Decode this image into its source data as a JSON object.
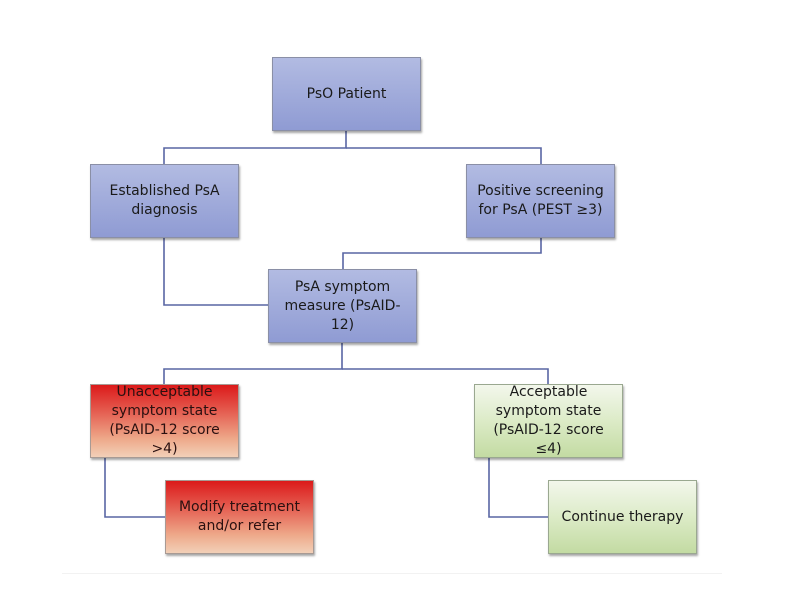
{
  "diagram": {
    "type": "flowchart",
    "nodes": {
      "pso_patient": {
        "label": "PsO Patient",
        "style": "blue"
      },
      "established_psa": {
        "label": "Established PsA\ndiagnosis",
        "style": "blue"
      },
      "positive_screening": {
        "label": "Positive screening\nfor PsA (PEST ≥3)",
        "style": "blue"
      },
      "symptom_measure": {
        "label": "PsA symptom\nmeasure (PsAID-12)",
        "style": "blue"
      },
      "unacceptable": {
        "label": "Unacceptable\nsymptom state\n(PsAID-12 score >4)",
        "style": "red"
      },
      "acceptable": {
        "label": "Acceptable\nsymptom state\n(PsAID-12 score ≤4)",
        "style": "green"
      },
      "modify_treatment": {
        "label": "Modify treatment\nand/or refer",
        "style": "red"
      },
      "continue_therapy": {
        "label": "Continue therapy",
        "style": "green"
      }
    },
    "edges": [
      [
        "pso_patient",
        "established_psa"
      ],
      [
        "pso_patient",
        "positive_screening"
      ],
      [
        "established_psa",
        "symptom_measure"
      ],
      [
        "positive_screening",
        "symptom_measure"
      ],
      [
        "symptom_measure",
        "unacceptable"
      ],
      [
        "symptom_measure",
        "acceptable"
      ],
      [
        "unacceptable",
        "modify_treatment"
      ],
      [
        "acceptable",
        "continue_therapy"
      ]
    ],
    "colors": {
      "connector": "#5966a4",
      "blue_box": "#a3addc",
      "red_box_top": "#dc1a1a",
      "red_box_bottom": "#f2d0b8",
      "green_box_top": "#f3f7ec",
      "green_box_bottom": "#c3dba3"
    }
  }
}
